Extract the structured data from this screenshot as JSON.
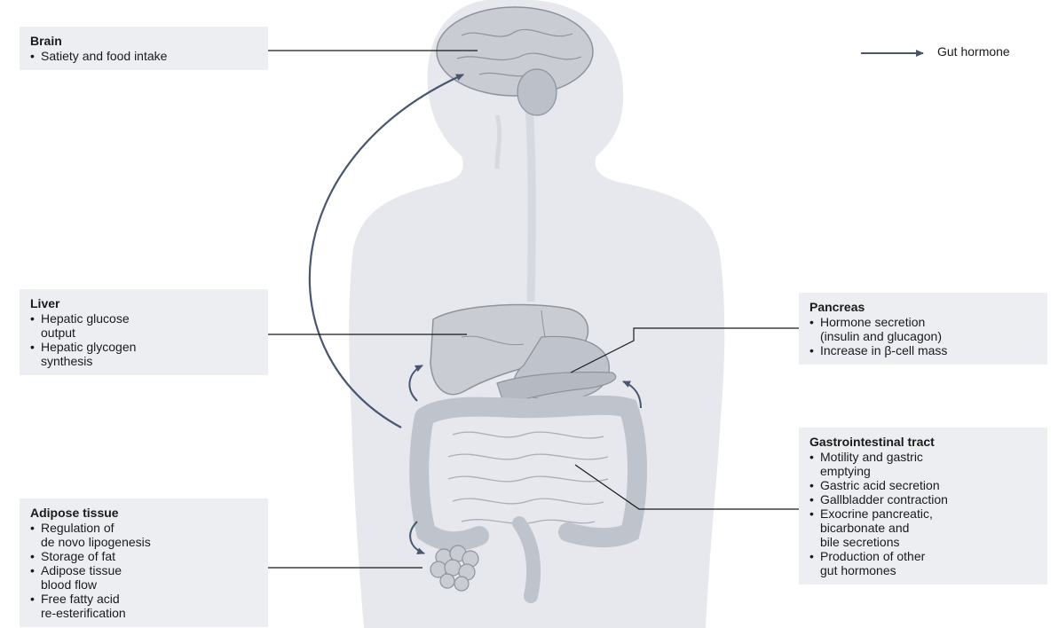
{
  "legend": {
    "label": "Gut hormone"
  },
  "boxes": {
    "brain": {
      "title": "Brain",
      "items": [
        "Satiety and food intake"
      ]
    },
    "liver": {
      "title": "Liver",
      "items": [
        "Hepatic glucose\noutput",
        "Hepatic glycogen\nsynthesis"
      ]
    },
    "pancreas": {
      "title": "Pancreas",
      "items": [
        "Hormone secretion\n(insulin and glucagon)",
        "Increase in β-cell mass"
      ]
    },
    "gi": {
      "title": "Gastrointestinal tract",
      "items": [
        "Motility and gastric\nemptying",
        "Gastric acid secretion",
        "Gallbladder contraction",
        "Exocrine pancreatic,\nbicarbonate and\nbile secretions",
        "Production of other\ngut hormones"
      ]
    },
    "adipose": {
      "title": "Adipose tissue",
      "items": [
        "Regulation of\nde novo lipogenesis",
        "Storage of fat",
        "Adipose tissue\nblood flow",
        "Free fatty acid\nre-esterification"
      ]
    }
  },
  "colors": {
    "body": "#e6e8ed",
    "organ": "#c9ccd3",
    "organ_stroke": "#8e939c",
    "arrow": "#4a5670",
    "leader": "#1a1a1a"
  }
}
